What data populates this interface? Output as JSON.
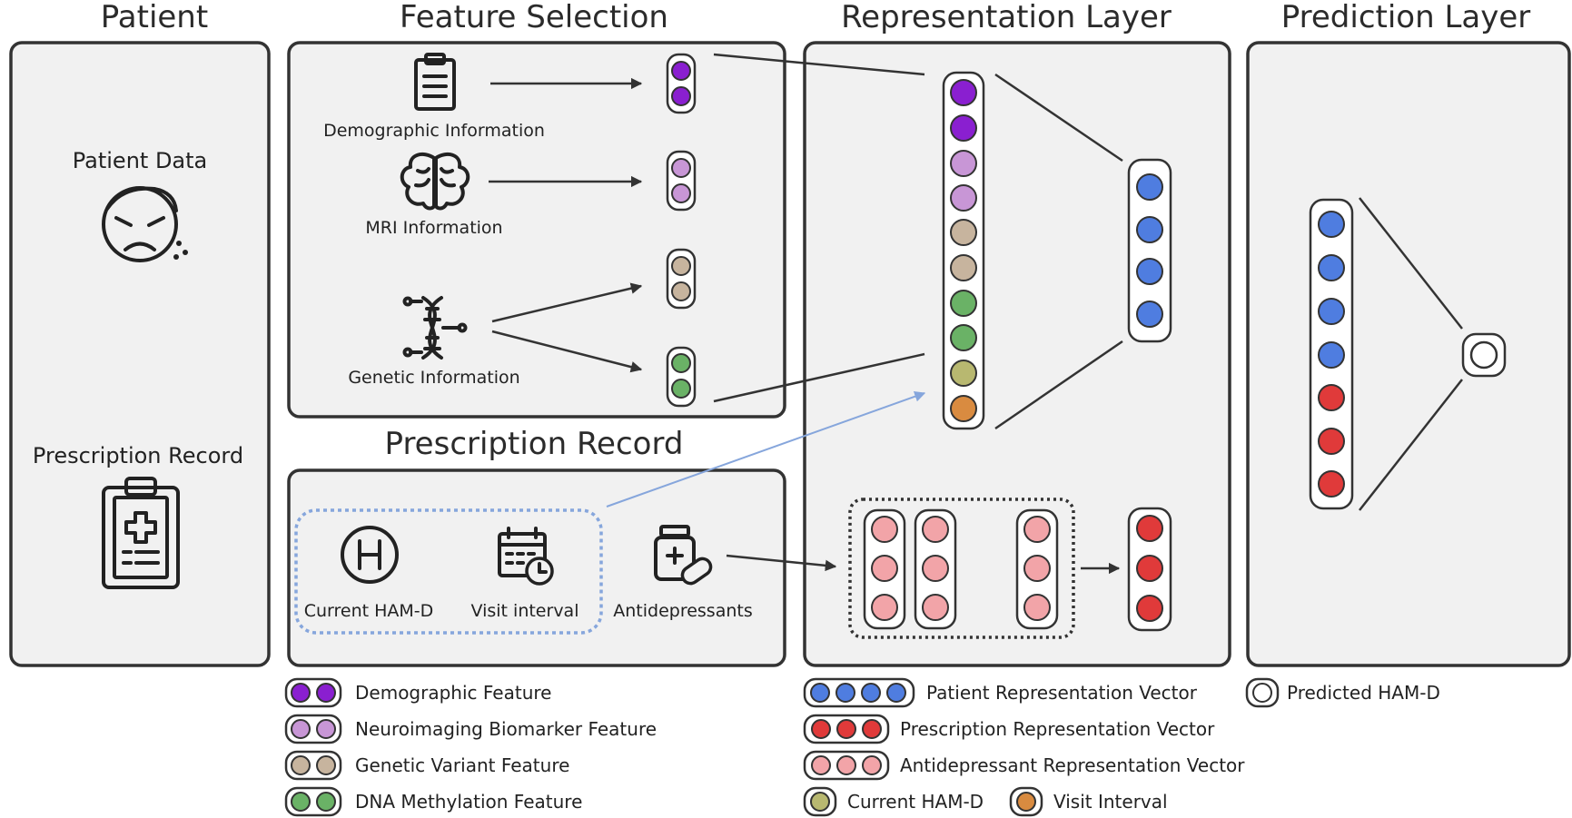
{
  "headers": {
    "patient": "Patient",
    "feature_selection": "Feature Selection",
    "representation_layer": "Representation Layer",
    "prediction_layer": "Prediction Layer",
    "prescription_record": "Prescription Record"
  },
  "patient_panel": {
    "patient_data": "Patient Data",
    "prescription_record": "Prescription Record"
  },
  "feature_inputs": {
    "demographic": "Demographic Information",
    "mri": "MRI Information",
    "genetic": "Genetic Information"
  },
  "prescription_inputs": {
    "current_hamd": "Current HAM-D",
    "visit_interval": "Visit interval",
    "antidepressants": "Antidepressants"
  },
  "colors": {
    "demographic": "#8a1fd0",
    "neuroimaging": "#c896d6",
    "genetic": "#c7b49e",
    "methylation": "#6ab266",
    "current_hamd": "#b8b870",
    "visit_interval": "#d98b40",
    "patient_rep": "#4f7de0",
    "prescription_rep": "#e03a3a",
    "antidepressant_rep": "#f2a4a8",
    "dashed_box": "#86a6dc"
  },
  "legend": {
    "demographic_feature": "Demographic Feature",
    "neuroimaging_feature": "Neuroimaging Biomarker Feature",
    "genetic_variant_feature": "Genetic Variant Feature",
    "dna_methylation_feature": "DNA Methylation Feature",
    "patient_rep_vector": "Patient Representation Vector",
    "prescription_rep_vector": "Prescription Representation Vector",
    "antidepressant_rep_vector": "Antidepressant Representation Vector",
    "current_hamd": "Current HAM-D",
    "visit_interval": "Visit Interval",
    "predicted_hamd": "Predicted HAM-D"
  }
}
